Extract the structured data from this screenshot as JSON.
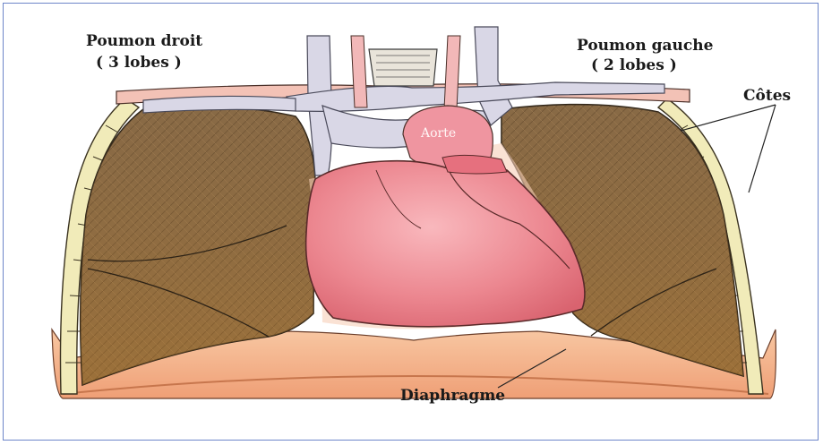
{
  "labels": {
    "right_lung_name": "Poumon droit",
    "right_lung_lobes": "( 3 lobes )",
    "left_lung_name": "Poumon gauche",
    "left_lung_lobes": "( 2 lobes )",
    "ribs": "Côtes",
    "aorta": "Aorte",
    "diaphragm": "Diaphragme"
  },
  "colors": {
    "frame": "#6d86c9",
    "lung_fill": "#8a6a44",
    "heart_fill": "#ef8f98",
    "vessel_fill": "#d9d7e6",
    "rib_fill": "#f1ebb9",
    "diaphragm_fill": "#f5b48c"
  }
}
